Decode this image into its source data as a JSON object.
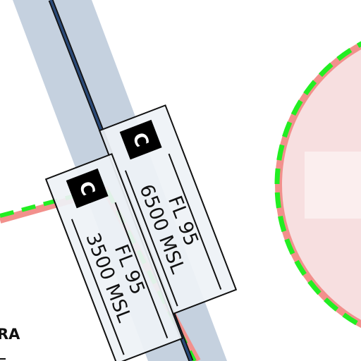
{
  "map": {
    "colors": {
      "airway": "#c5d1df",
      "route_line": "#2b4a78",
      "airspace_fill": "#f7dfe0",
      "airspace_border": "#f2908c",
      "highlight_dash": "#22ee22",
      "label_bg": "#eef2f6",
      "label_border": "#111111",
      "class_badge": "#000000"
    },
    "labels": [
      {
        "class_letter": "C",
        "upper": "FL 95",
        "lower": "6500 MSL"
      },
      {
        "class_letter": "C",
        "upper": "FL 95",
        "lower": "3500 MSL"
      }
    ],
    "place_name": "RA"
  }
}
